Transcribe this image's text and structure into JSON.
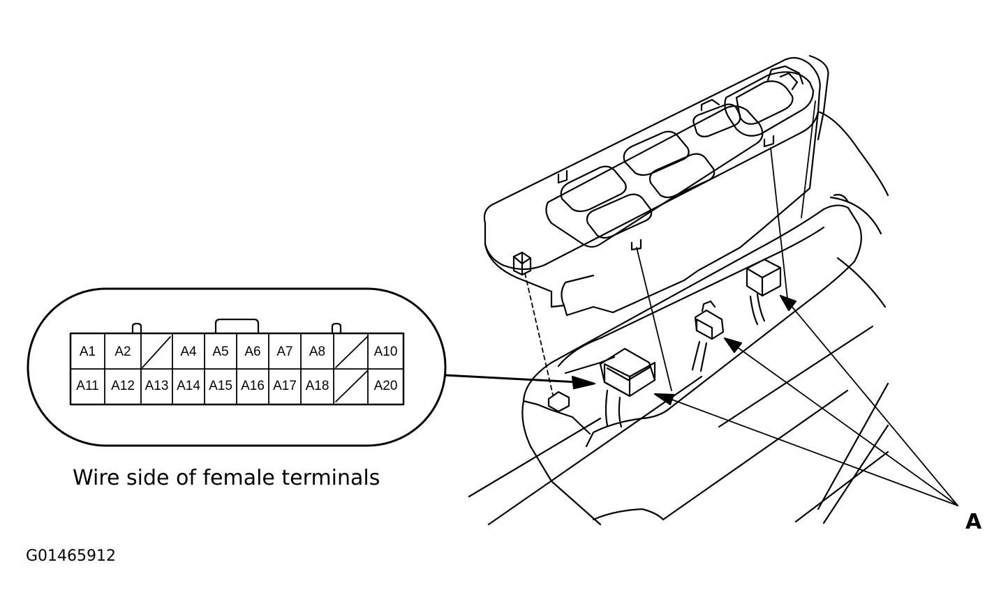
{
  "connector": {
    "caption": "Wire side of female terminals",
    "top_row": [
      "A1",
      "A2",
      "",
      "A4",
      "A5",
      "A6",
      "A7",
      "A8",
      "",
      "A10"
    ],
    "bottom_row": [
      "A11",
      "A12",
      "A13",
      "A14",
      "A15",
      "A16",
      "A17",
      "A18",
      "",
      "A20"
    ]
  },
  "callout_label": "A",
  "figure_id": "G01465912"
}
